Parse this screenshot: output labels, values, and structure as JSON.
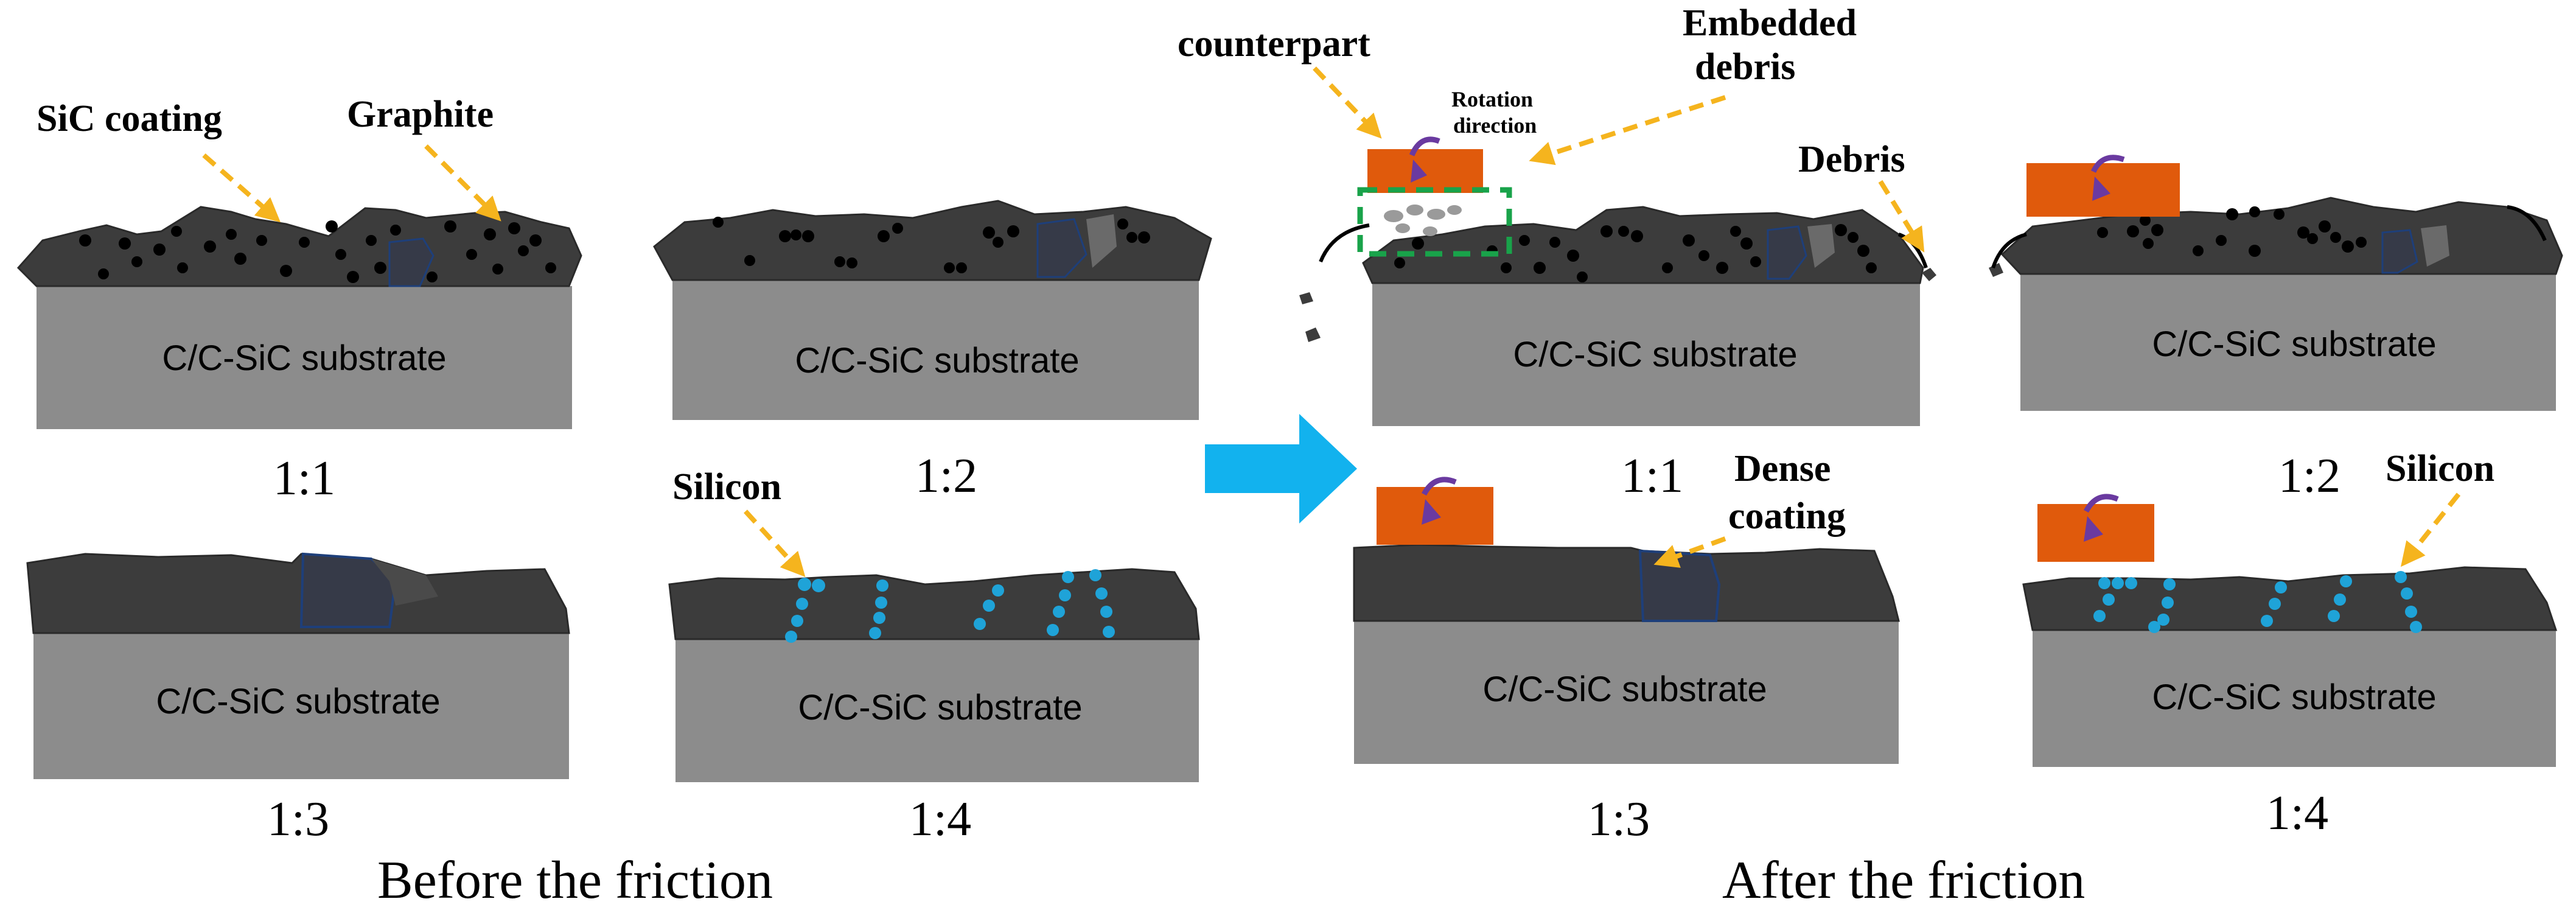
{
  "substrate_label": "C/C-SiC substrate",
  "captions": {
    "before": "Before the friction",
    "after": "After the friction"
  },
  "ratios": {
    "r11": "1:1",
    "r12": "1:2",
    "r13": "1:3",
    "r14": "1:4"
  },
  "annotations": {
    "sic_coating": "SiC coating",
    "graphite": "Graphite",
    "silicon": "Silicon",
    "counterpart": "counterpart",
    "rotation_line1": "Rotation",
    "rotation_line2": "direction",
    "embedded_line1": "Embedded",
    "embedded_line2": "debris",
    "debris": "Debris",
    "dense_line1": "Dense",
    "dense_line2": "coating"
  },
  "colors": {
    "substrate": "#8c8c8c",
    "coating": "#3c3c3c",
    "graphite": "#000000",
    "silicon": "#1fa3d8",
    "counterpart": "#e05a0c",
    "rotation_arrow": "#6a3aa0",
    "annotation_arrow": "#f5b41e",
    "process_arrow": "#12b2ee",
    "embedded_box": "#19a34a"
  }
}
